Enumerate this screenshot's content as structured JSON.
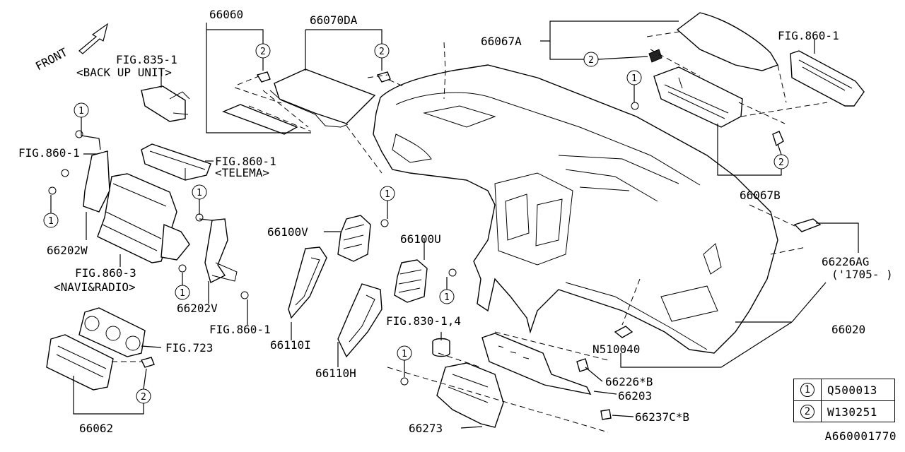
{
  "front_label": "FRONT",
  "callouts": {
    "c66060": "66060",
    "c66070DA": "66070DA",
    "c66067A": "66067A",
    "c66067B": "66067B",
    "fig835_1": "FIG.835-1",
    "back_up_unit": "<BACK UP UNIT>",
    "fig860_1_topright": "FIG.860-1",
    "fig860_1_left": "FIG.860-1",
    "fig860_1_telema": "FIG.860-1",
    "telema": "<TELEMA>",
    "c66202W": "66202W",
    "fig860_3": "FIG.860-3",
    "navi_radio": "<NAVI&RADIO>",
    "c66202V": "66202V",
    "fig860_1_bottom": "FIG.860-1",
    "c66100V": "66100V",
    "c66100U": "66100U",
    "c66110I": "66110I",
    "c66110H": "66110H",
    "fig723": "FIG.723",
    "c66062": "66062",
    "fig830_1_4": "FIG.830-1,4",
    "c66273": "66273",
    "c66203": "66203",
    "c66226B": "66226*B",
    "c66237CB": "66237C*B",
    "n510040": "N510040",
    "c66020": "66020",
    "c66226AG": "66226AG",
    "c66226AG_note": "('1705- )"
  },
  "markers": {
    "one": "1",
    "two": "2"
  },
  "legend": [
    {
      "marker": "1",
      "code": "Q500013"
    },
    {
      "marker": "2",
      "code": "W130251"
    }
  ],
  "document_id": "A660001770"
}
